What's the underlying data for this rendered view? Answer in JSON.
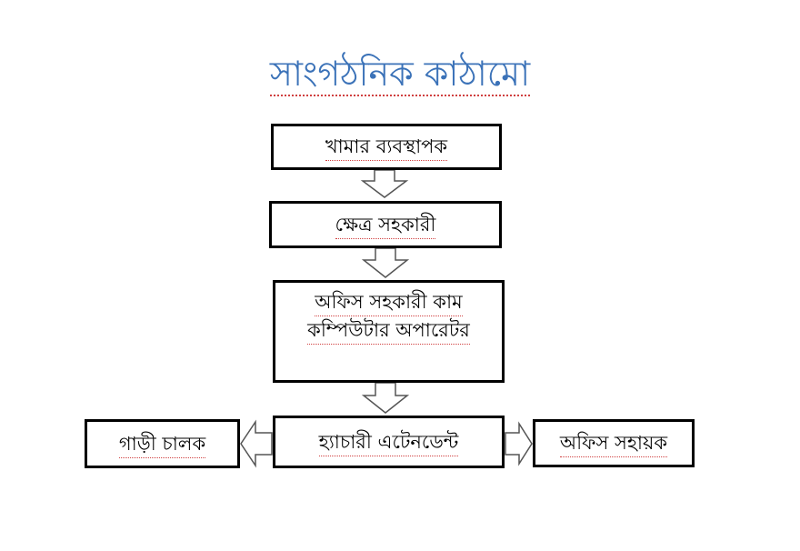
{
  "diagram": {
    "title": "সাংগঠনিক কাঠামো",
    "nodes": {
      "manager": {
        "label": "খামার ব্যবস্থাপক"
      },
      "field_assistant": {
        "label": "ক্ষেত্র সহকারী"
      },
      "office_assistant": {
        "line1": "অফিস সহকারী কাম",
        "line2": "কম্পিউটার অপারেটর"
      },
      "hatchery_attendant": {
        "label": "হ্যাচারী এটেনডেন্ট"
      },
      "driver": {
        "label": "গাড়ী চালক"
      },
      "office_helper": {
        "label": "অফিস সহায়ক"
      }
    },
    "edges": [
      {
        "from": "manager",
        "to": "field_assistant",
        "direction": "down"
      },
      {
        "from": "field_assistant",
        "to": "office_assistant",
        "direction": "down"
      },
      {
        "from": "office_assistant",
        "to": "hatchery_attendant",
        "direction": "down"
      },
      {
        "from": "hatchery_attendant",
        "to": "driver",
        "direction": "left"
      },
      {
        "from": "hatchery_attendant",
        "to": "office_helper",
        "direction": "right"
      }
    ],
    "colors": {
      "title": "#3b72b8",
      "box_border": "#000000",
      "arrow_stroke": "#555555",
      "arrow_fill": "#ffffff"
    }
  }
}
